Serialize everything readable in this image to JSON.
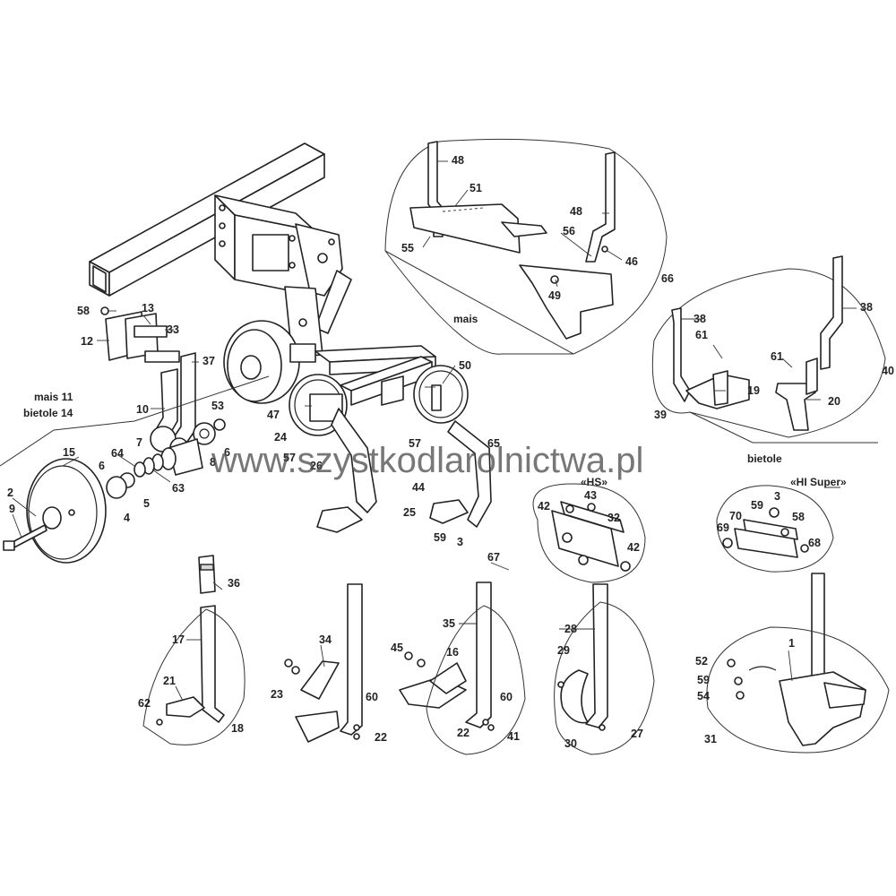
{
  "watermark": "www.szystkodlarolnictwa.pl",
  "group_labels": {
    "mais_11": "mais 11",
    "bietole_14": "bietole 14",
    "mais": "mais",
    "bietole": "bietole",
    "hs": "«HS»",
    "hi_super": "«HI Super»"
  },
  "part_numbers": {
    "p1": "1",
    "p2": "2",
    "p3a": "3",
    "p3b": "3",
    "p4": "4",
    "p5": "5",
    "p6a": "6",
    "p6b": "6",
    "p7": "7",
    "p8": "8",
    "p9": "9",
    "p10": "10",
    "p12": "12",
    "p13": "13",
    "p15": "15",
    "p16": "16",
    "p17": "17",
    "p18": "18",
    "p19": "19",
    "p20": "20",
    "p21": "21",
    "p22a": "22",
    "p22b": "22",
    "p23": "23",
    "p24": "24",
    "p25": "25",
    "p26": "26",
    "p27": "27",
    "p28": "28",
    "p29": "29",
    "p30": "30",
    "p31": "31",
    "p32": "32",
    "p33": "33",
    "p34": "34",
    "p35": "35",
    "p36": "36",
    "p37": "37",
    "p38a": "38",
    "p38b": "38",
    "p39": "39",
    "p40": "40",
    "p41": "41",
    "p42a": "42",
    "p42b": "42",
    "p43": "43",
    "p44": "44",
    "p45": "45",
    "p46": "46",
    "p47": "47",
    "p48a": "48",
    "p48b": "48",
    "p49": "49",
    "p50": "50",
    "p51": "51",
    "p52": "52",
    "p53": "53",
    "p54": "54",
    "p55": "55",
    "p56": "56",
    "p57a": "57",
    "p57b": "57",
    "p58a": "58",
    "p58b": "58",
    "p59a": "59",
    "p59b": "59",
    "p59c": "59",
    "p60a": "60",
    "p60b": "60",
    "p61a": "61",
    "p61b": "61",
    "p62": "62",
    "p63": "63",
    "p64": "64",
    "p65": "65",
    "p66": "66",
    "p67": "67",
    "p68": "68",
    "p69": "69",
    "p70": "70"
  }
}
